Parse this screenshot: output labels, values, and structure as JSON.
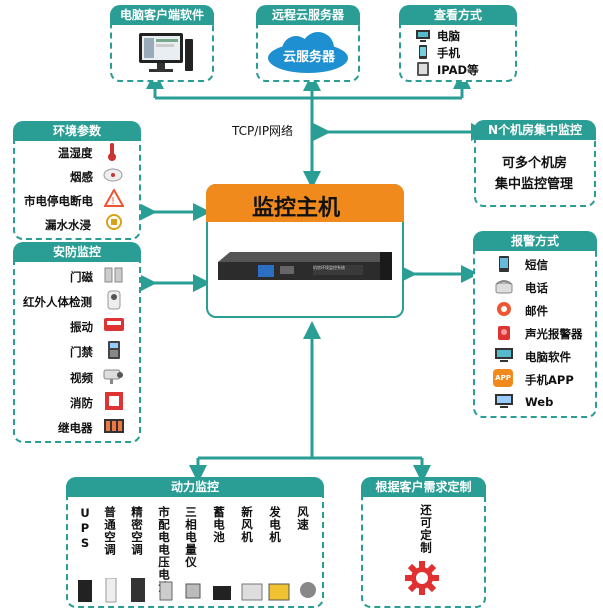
{
  "top": {
    "pc_software": {
      "title": "电脑客户端软件"
    },
    "cloud": {
      "title": "远程云服务器",
      "cloud_label": "云服务器"
    },
    "view": {
      "title": "查看方式",
      "items": [
        "电脑",
        "手机",
        "IPAD等"
      ]
    }
  },
  "network_label": "TCP/IP网络",
  "multi_room": {
    "title": "N个机房集中监控",
    "line1": "可多个机房",
    "line2": "集中监控管理"
  },
  "env": {
    "title": "环境参数",
    "items": [
      "温湿度",
      "烟感",
      "市电停电断电",
      "漏水水浸"
    ]
  },
  "security": {
    "title": "安防监控",
    "items": [
      "门磁",
      "红外人体检测",
      "振动",
      "门禁",
      "视频",
      "消防",
      "继电器"
    ]
  },
  "host": {
    "title": "监控主机",
    "screen_text": "机房环境监控系统"
  },
  "alarm": {
    "title": "报警方式",
    "items": [
      "短信",
      "电话",
      "邮件",
      "声光报警器",
      "电脑软件",
      "手机APP",
      "Web"
    ],
    "app_badge": "APP"
  },
  "power": {
    "title": "动力监控",
    "items": [
      "UPS",
      "普通空调",
      "精密空调",
      "市配电电压电流",
      "三相电量仪",
      "蓄电池",
      "新风机",
      "发电机",
      "风速"
    ]
  },
  "custom": {
    "title": "根据客户需求定制",
    "text": "还可定制"
  },
  "colors": {
    "teal": "#2a9d95",
    "orange": "#f08a1c"
  }
}
